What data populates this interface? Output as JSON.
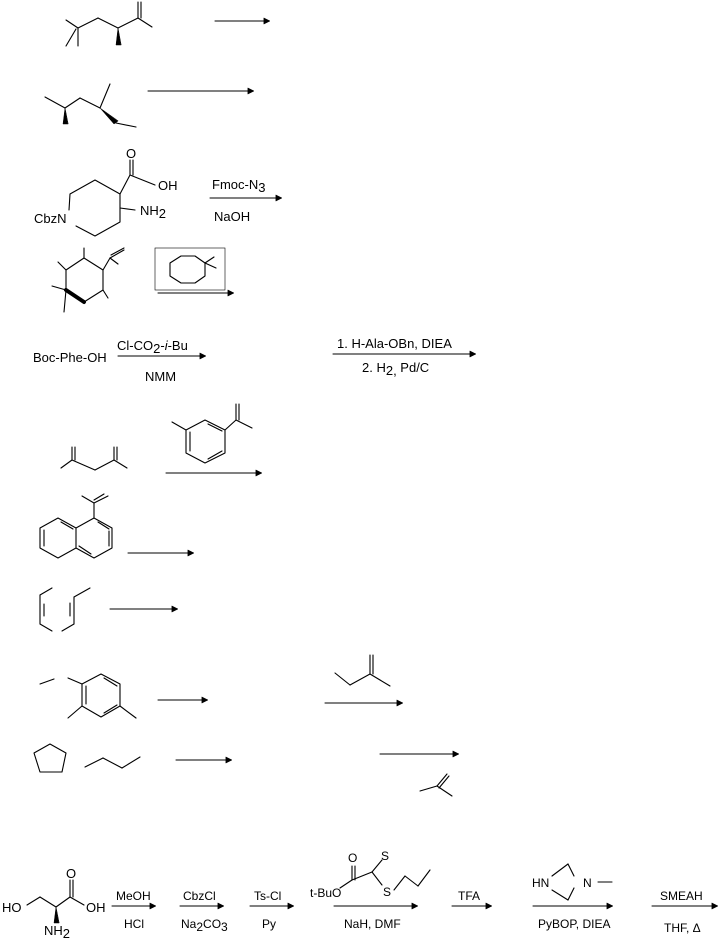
{
  "row3": {
    "atom_o": "O",
    "atom_oh": "OH",
    "atom_cbzn": "CbzN",
    "atom_nh": "NH",
    "atom_nh_sub": "2",
    "reagent_fmoc": "Fmoc-N",
    "reagent_fmoc_sub": "3",
    "reagent_naoh": "NaOH"
  },
  "row5": {
    "start": "Boc-Phe-OH",
    "reagent_top_a": "Cl-CO",
    "reagent_top_sub": "2",
    "reagent_top_b": "-",
    "reagent_top_italic": "i",
    "reagent_top_c": "-Bu",
    "reagent_bottom": "NMM",
    "step1": "1. H-Ala-OBn, DIEA",
    "step2_a": "2. H",
    "step2_sub": "2,",
    "step2_b": " Pd/C"
  },
  "bottom": {
    "atom_ho": "HO",
    "atom_o": "O",
    "atom_oh": "OH",
    "atom_nh": "NH",
    "atom_nh_sub": "2",
    "step1_top": "MeOH",
    "step1_bottom": "HCl",
    "step2_top": "CbzCl",
    "step2_bottom_a": "Na",
    "step2_bottom_sub1": "2",
    "step2_bottom_b": "CO",
    "step2_bottom_sub2": "3",
    "step3_top": "Ts-Cl",
    "step3_bottom": "Py",
    "step4_atom_o": "O",
    "step4_atom_s1": "S",
    "step4_atom_tbuo": "t-BuO",
    "step4_atom_s2": "S",
    "step4_bottom": "NaH, DMF",
    "step5_top": "TFA",
    "step6_atom_hn": "HN",
    "step6_atom_n": "N",
    "step6_bottom": "PyBOP, DIEA",
    "step7_top": "SMEAH",
    "step7_bottom": "THF, Δ"
  }
}
